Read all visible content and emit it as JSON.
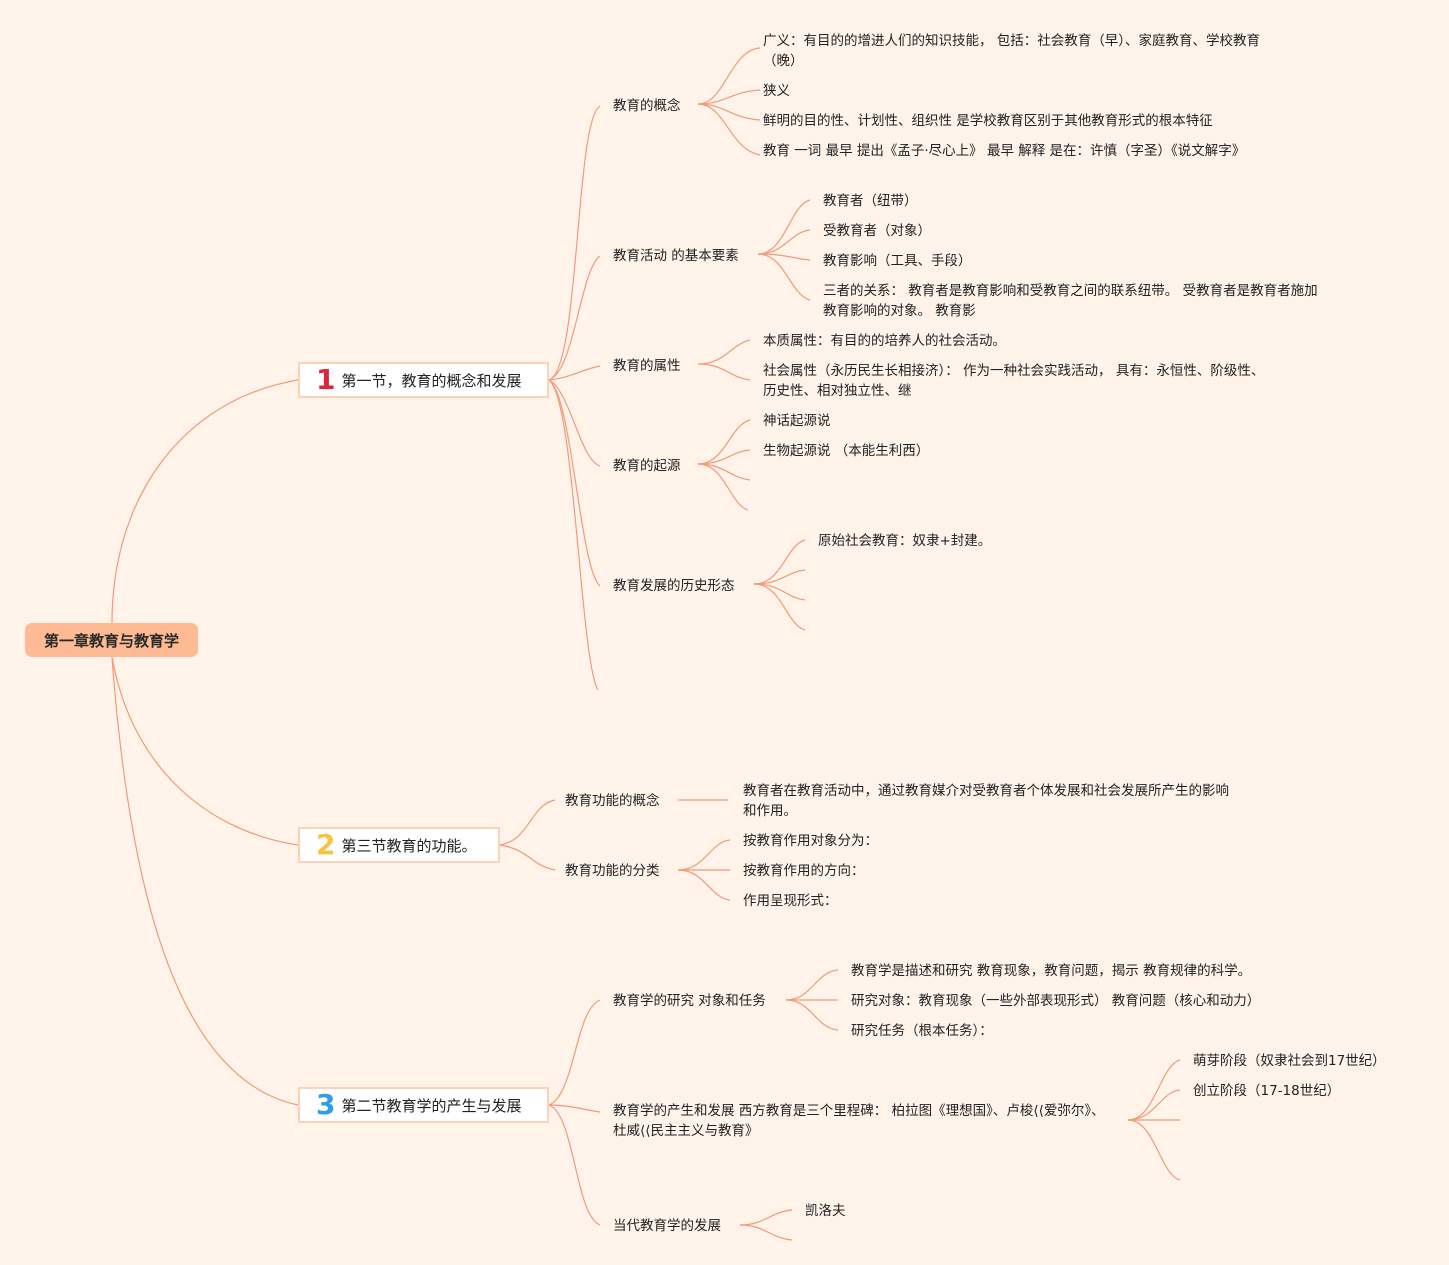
{
  "root": "第一章教育与教育学",
  "sections": [
    {
      "num": "1",
      "num_color": "#d9263f",
      "title": "第一节，教育的概念和发展",
      "topics": [
        {
          "label": "教育的概念",
          "items": [
            "广义：有目的的增进人们的知识技能， 包括：社会教育（早）、家庭教育、学校教育（晚）",
            "狭义",
            "鲜明的目的性、计划性、组织性 是学校教育区别于其他教育形式的根本特征",
            "教育 一词 最早 提出《孟子·尽心上》 最早 解释 是在：许慎（字圣）《说文解字》"
          ]
        },
        {
          "label": "教育活动 的基本要素",
          "items": [
            "教育者（纽带）",
            "受教育者（对象）",
            "教育影响（工具、手段）",
            "三者的关系： 教育者是教育影响和受教育之间的联系纽带。 受教育者是教育者施加教育影响的对象。 教育影"
          ]
        },
        {
          "label": "教育的属性",
          "items": [
            "本质属性：有目的的培养人的社会活动。",
            "社会属性（永历民生长相接济）： 作为一种社会实践活动， 具有：永恒性、阶级性、历史性、相对独立性、继"
          ]
        },
        {
          "label": "教育的起源",
          "items": [
            "神话起源说",
            "生物起源说 （本能生利西）"
          ]
        },
        {
          "label": "教育发展的历史形态",
          "items": [
            "原始社会教育：奴隶+封建。"
          ]
        }
      ]
    },
    {
      "num": "2",
      "num_color": "#f5c542",
      "title": "第三节教育的功能。",
      "topics": [
        {
          "label": "教育功能的概念",
          "items": [
            "教育者在教育活动中，通过教育媒介对受教育者个体发展和社会发展所产生的影响和作用。"
          ]
        },
        {
          "label": "教育功能的分类",
          "items": [
            "按教育作用对象分为：",
            "按教育作用的方向：",
            "作用呈现形式："
          ]
        }
      ]
    },
    {
      "num": "3",
      "num_color": "#2e9ee6",
      "title": "第二节教育学的产生与发展",
      "topics": [
        {
          "label": "教育学的研究 对象和任务",
          "items": [
            "教育学是描述和研究 教育现象，教育问题，揭示 教育规律的科学。",
            "研究对象：教育现象（一些外部表现形式） 教育问题（核心和动力）",
            "研究任务（根本任务）："
          ]
        },
        {
          "label": "教育学的产生和发展 西方教育是三个里程碑： 柏拉图《理想国》、卢梭⟨⟨爱弥尔》、杜威⟨⟨民主主义与教育》",
          "items": [
            "萌芽阶段（奴隶社会到17世纪）",
            "创立阶段（17-18世纪）"
          ]
        },
        {
          "label": "当代教育学的发展",
          "items": [
            "凯洛夫"
          ]
        }
      ]
    }
  ]
}
